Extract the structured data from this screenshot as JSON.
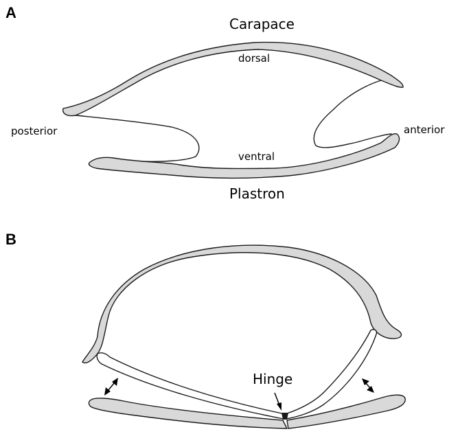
{
  "panel_a": {
    "letter": "A",
    "carapace_label": "Carapace",
    "dorsal_label": "dorsal",
    "posterior_label": "posterior",
    "anterior_label": "anterior",
    "ventral_label": "ventral",
    "plastron_label": "Plastron"
  },
  "panel_b": {
    "letter": "B",
    "hinge_label": "Hinge"
  },
  "colors": {
    "shell_fill": "#d9d9d9",
    "outline": "#1a1a1a",
    "background": "#ffffff"
  }
}
